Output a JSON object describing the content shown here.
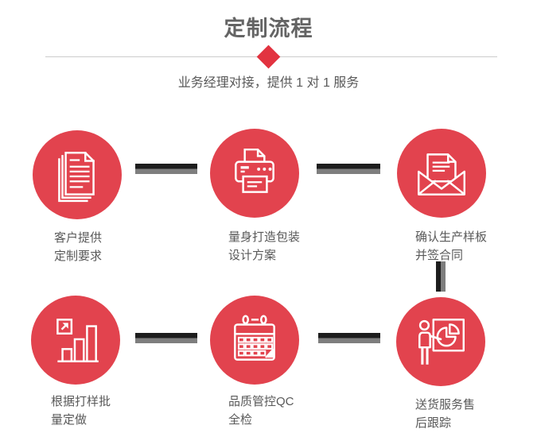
{
  "header": {
    "title": "定制流程",
    "subtitle": "业务经理对接，提供 1 对 1 服务"
  },
  "colors": {
    "accent_red": "#e2434e",
    "diamond_red": "#e23340",
    "title_gray": "#646464",
    "text_gray": "#595959",
    "divider_gray": "#cccccc",
    "connector_black": "#1d1d1d",
    "connector_gray": "#7e7e7e",
    "icon_stroke": "#ffffff"
  },
  "steps": [
    {
      "icon": "documents-icon",
      "line1": "客户提供",
      "line2": "定制要求"
    },
    {
      "icon": "printer-icon",
      "line1": "量身打造包装",
      "line2": "设计方案"
    },
    {
      "icon": "envelope-icon",
      "line1": "确认生产样板",
      "line2": "并签合同"
    },
    {
      "icon": "bar-chart-icon",
      "line1": "根据打样批",
      "line2": "量定做"
    },
    {
      "icon": "calendar-icon",
      "line1": "品质管控QC",
      "line2": "全检"
    },
    {
      "icon": "presentation-icon",
      "line1": "送货服务售",
      "line2": "后跟踪"
    }
  ]
}
